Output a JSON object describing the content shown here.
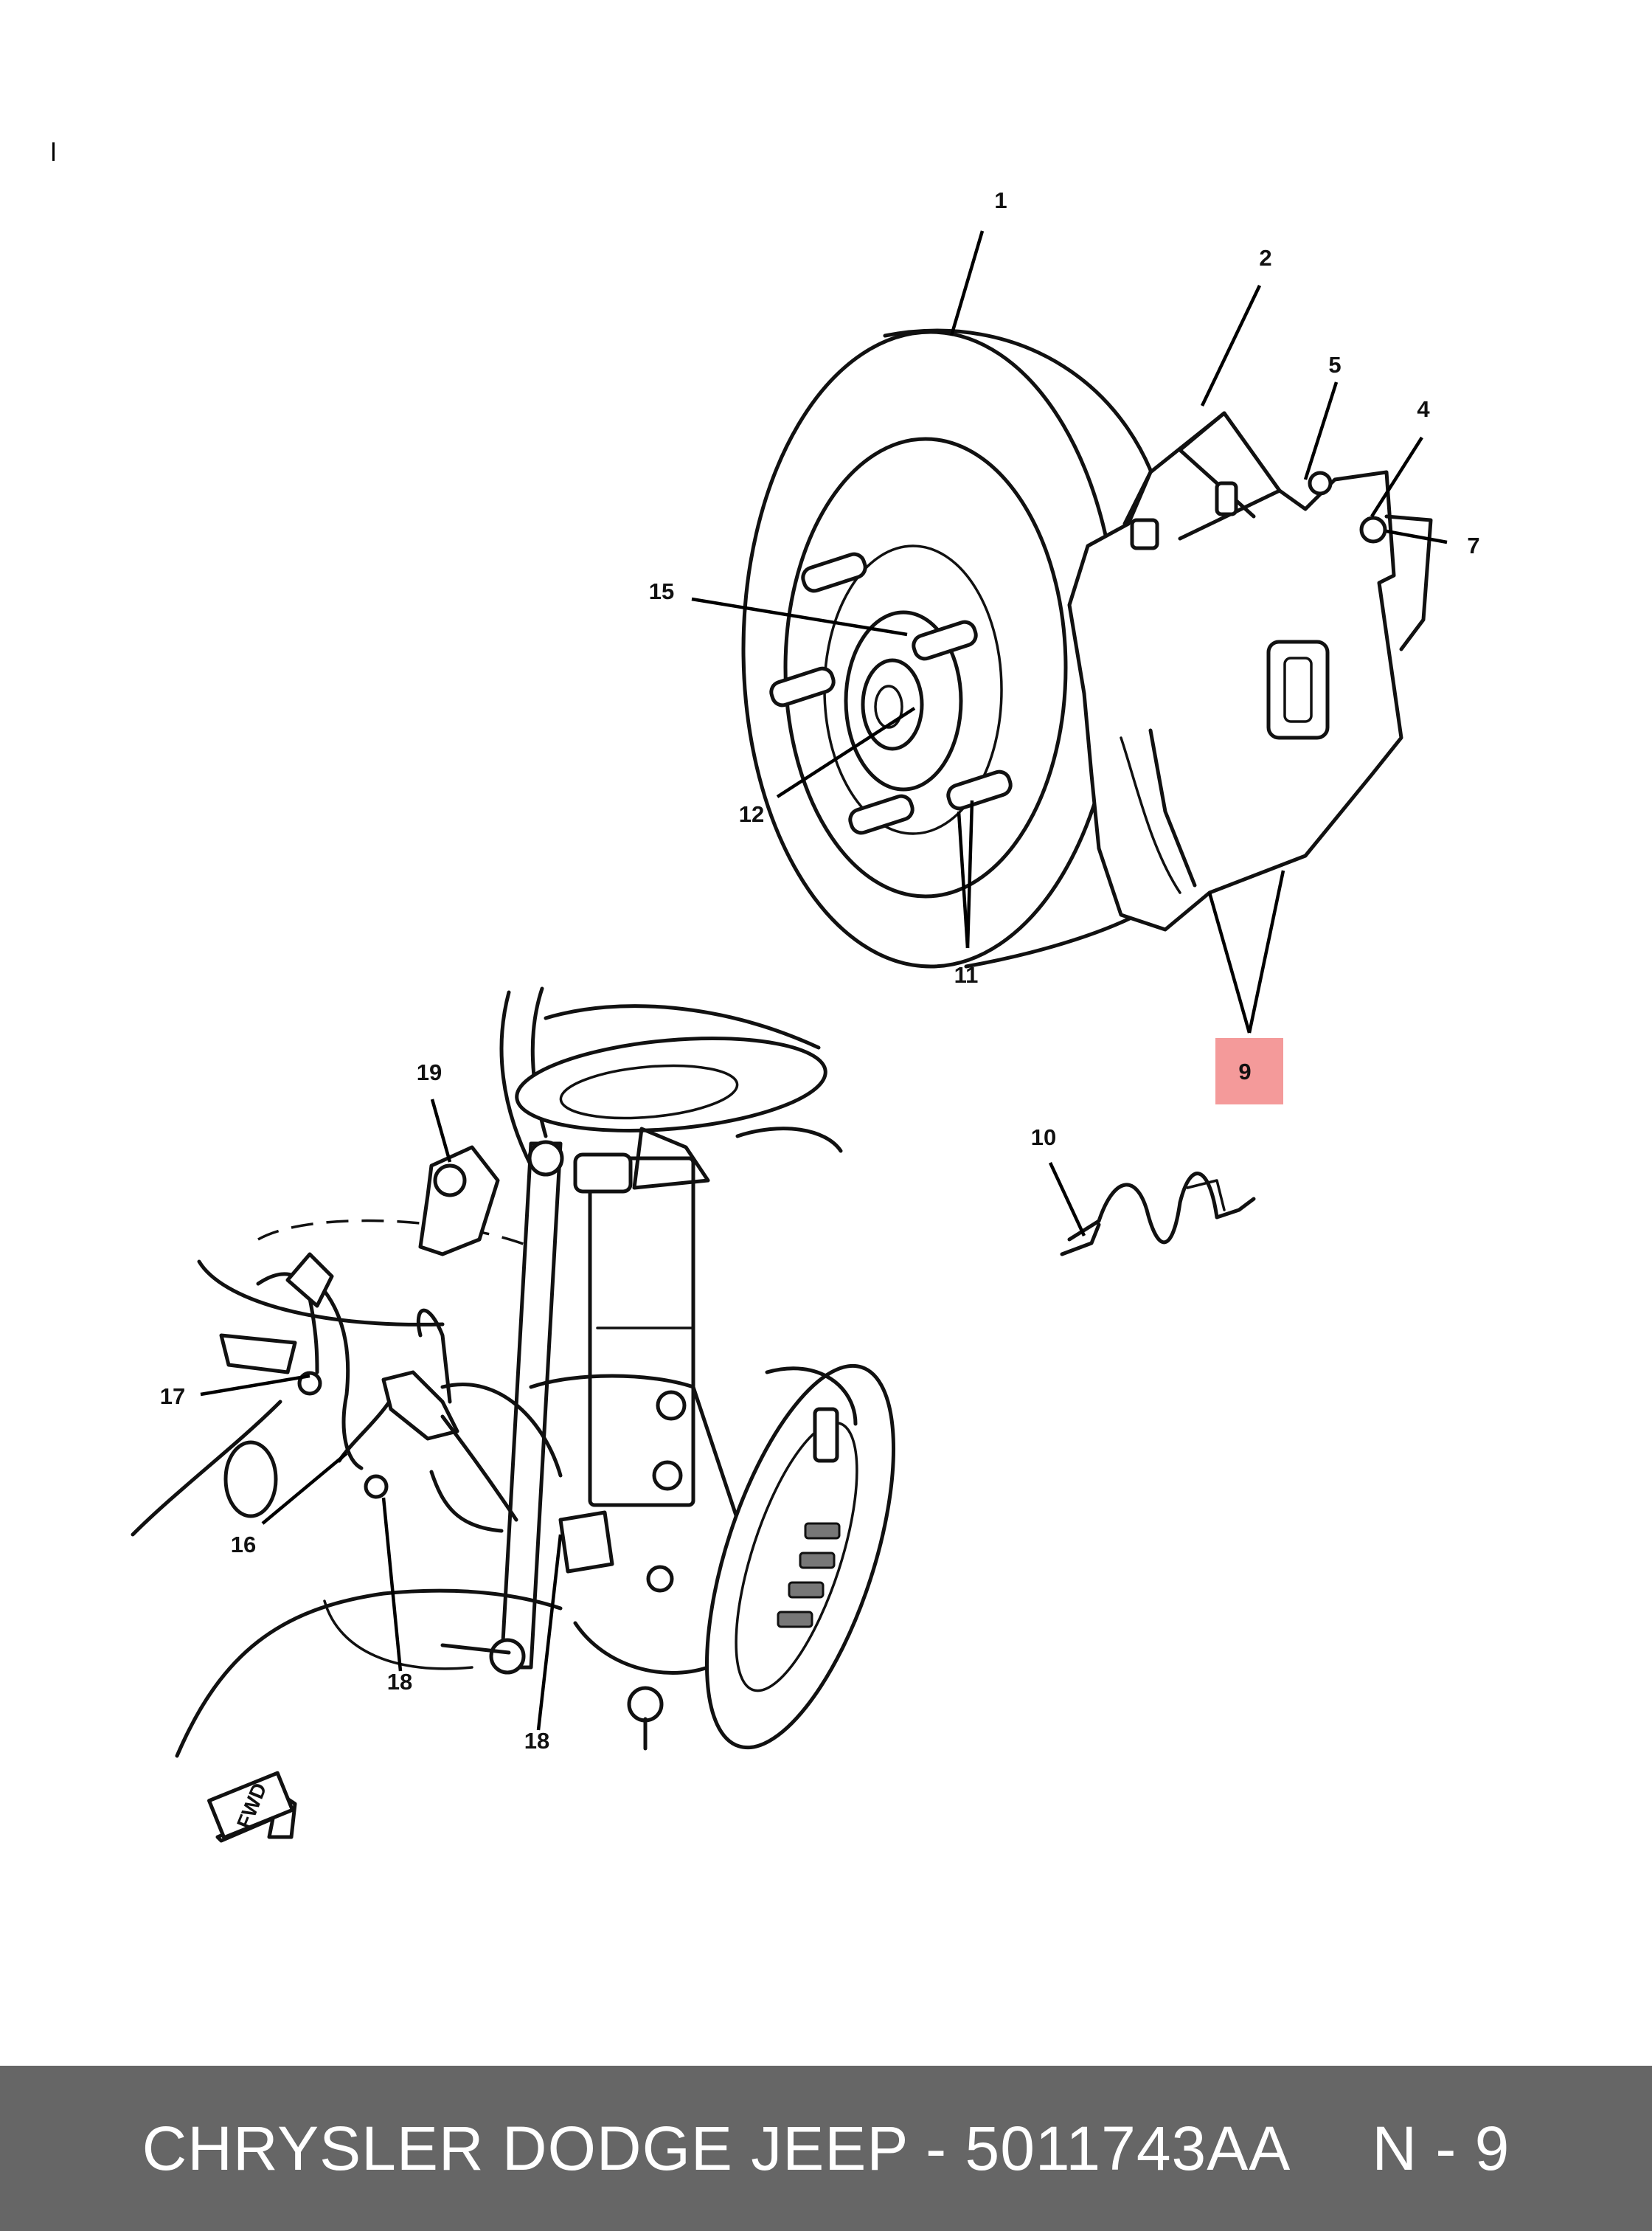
{
  "callouts": [
    "1",
    "2",
    "5",
    "4",
    "7",
    "15",
    "12",
    "11",
    "9",
    "10",
    "19",
    "17",
    "16",
    "18",
    "18"
  ],
  "highlight": {
    "label": "9",
    "color": "#f49a9a"
  },
  "direction_badge": "FWD",
  "footer": {
    "brand": "CHRYSLER DODGE JEEP - 5011743AA",
    "ref": "N - 9",
    "background": "#666666"
  }
}
